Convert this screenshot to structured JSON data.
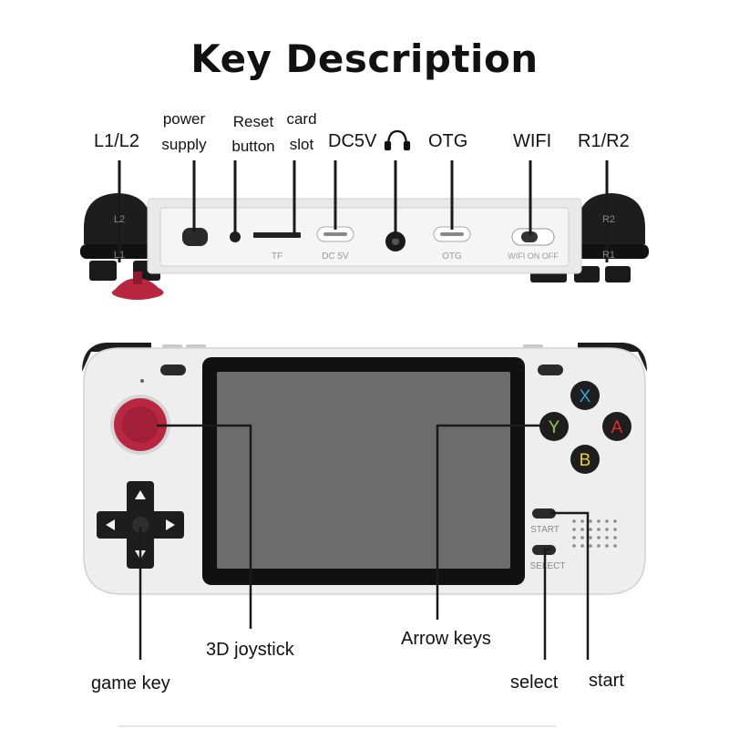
{
  "title": "Key Description",
  "top_labels": {
    "l1l2": "L1/L2",
    "power": [
      "power",
      "supply"
    ],
    "reset": [
      "Reset",
      "button"
    ],
    "card": [
      "card",
      "slot"
    ],
    "dc5v": "DC5V",
    "otg": "OTG",
    "wifi": "WIFI",
    "r1r2": "R1/R2"
  },
  "device_top": {
    "l2": "L2",
    "l1": "L1",
    "r2": "R2",
    "r1": "R1",
    "tf": "TF",
    "dc": "DC 5V",
    "otg": "OTG",
    "wifi": "WIFI ON OFF"
  },
  "face_buttons": {
    "x": "X",
    "y": "Y",
    "a": "A",
    "b": "B",
    "start": "START",
    "select": "SELECT"
  },
  "bottom_labels": {
    "joystick": "3D joystick",
    "arrow": "Arrow keys",
    "game": "game key",
    "select": "select",
    "start": "start"
  },
  "colors": {
    "x": "#3aa0d8",
    "y": "#8ccf3a",
    "a": "#e03030",
    "b": "#f0d020",
    "joystick": "#b8263f"
  }
}
